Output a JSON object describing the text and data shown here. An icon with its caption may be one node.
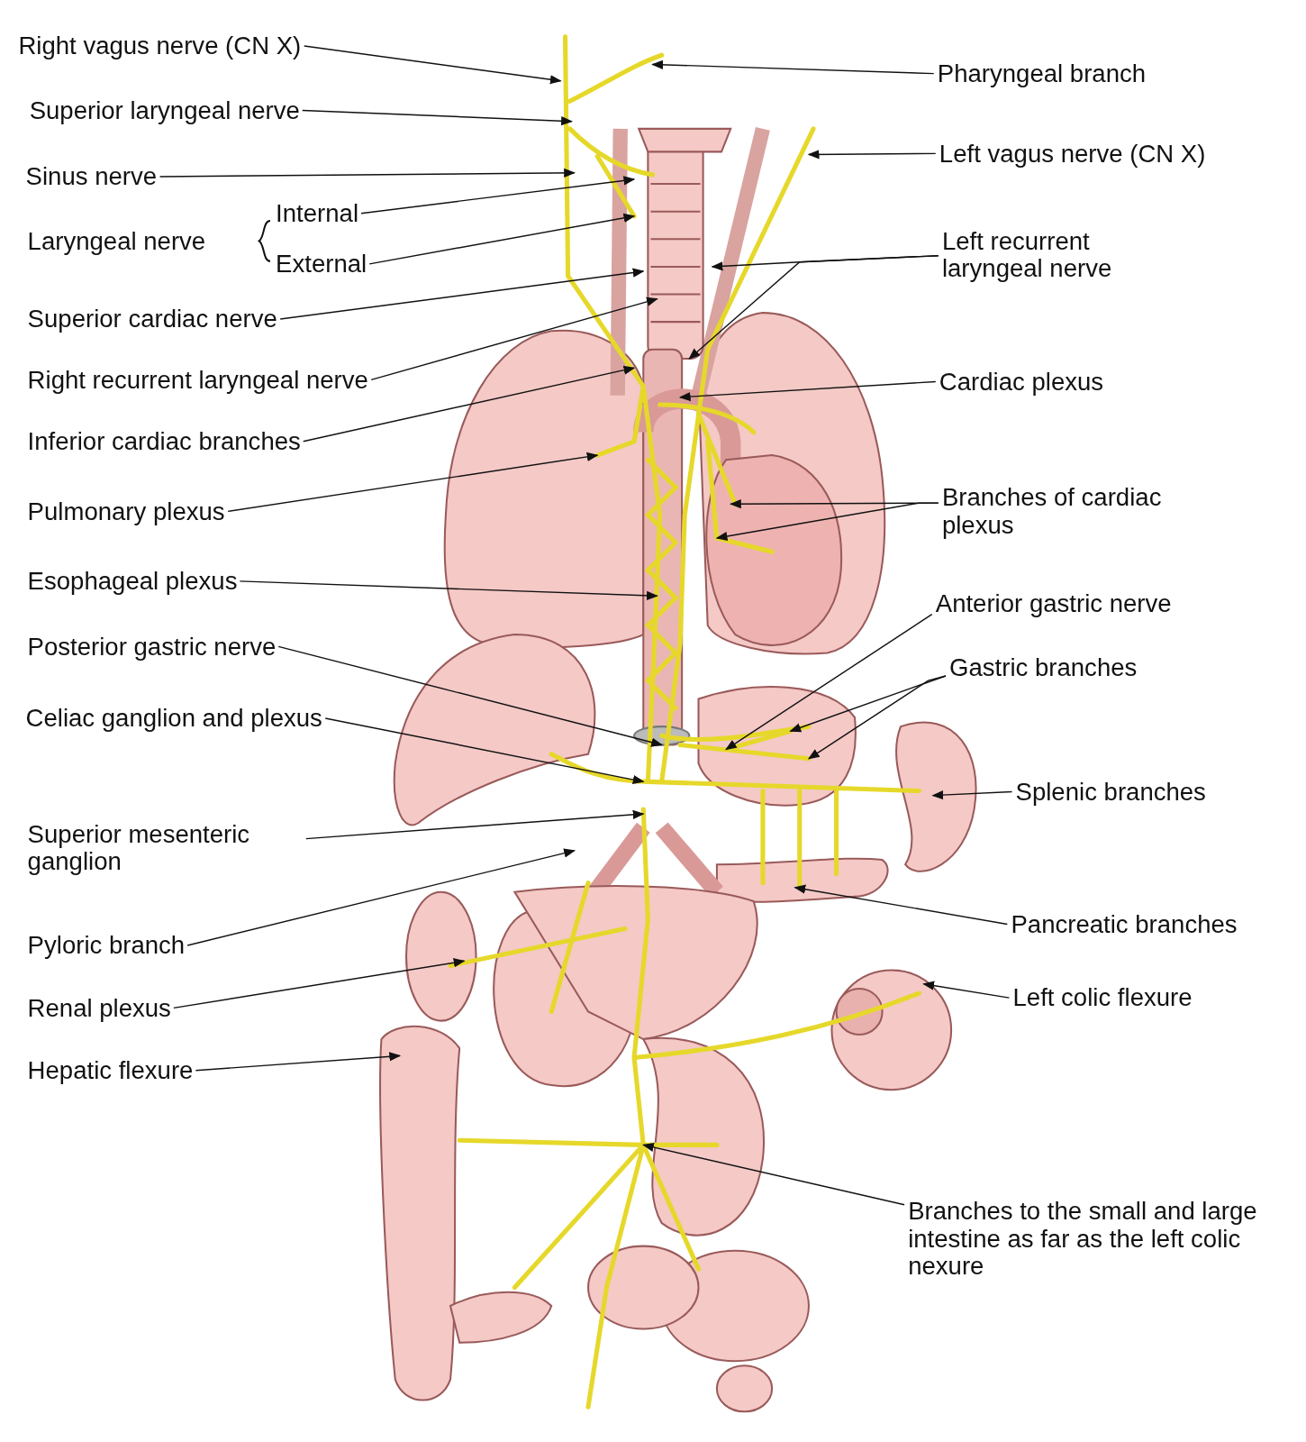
{
  "diagram": {
    "nodes": [
      {
        "text": [
          "Right vagus nerve (CN X)"
        ]
      },
      {
        "text": [
          "Superior laryngeal nerve"
        ]
      },
      {
        "text": [
          "Sinus nerve"
        ]
      },
      {
        "text": [
          "Internal"
        ]
      },
      {
        "text": [
          "External"
        ]
      },
      {
        "text": [
          "Superior cardiac nerve"
        ]
      },
      {
        "text": [
          "Right recurrent laryngeal nerve"
        ]
      },
      {
        "text": [
          "Inferior cardiac branches"
        ]
      },
      {
        "text": [
          "Pulmonary plexus"
        ]
      },
      {
        "text": [
          "Esophageal plexus"
        ]
      },
      {
        "text": [
          "Posterior gastric nerve"
        ]
      },
      {
        "text": [
          "Celiac ganglion and plexus"
        ]
      },
      {
        "text": [
          "Superior mesenteric ganglion"
        ]
      },
      {
        "text": [
          "Pyloric branch"
        ]
      },
      {
        "text": [
          "Renal plexus"
        ]
      },
      {
        "text": [
          "Hepatic flexure"
        ]
      },
      {
        "text": [
          "Pharyngeal branch"
        ]
      },
      {
        "text": [
          "Left vagus nerve (CN X)"
        ]
      },
      {
        "text": [
          "Left recurrent laryngeal nerve"
        ]
      },
      {
        "text": [
          "Cardiac plexus"
        ]
      },
      {
        "text": [
          "Branches of cardiac plexus"
        ]
      },
      {
        "text": [
          "Anterior gastric nerve"
        ]
      },
      {
        "text": [
          "Gastric branches"
        ]
      },
      {
        "text": [
          "Splenic branches"
        ]
      },
      {
        "text": [
          "Pancreatic branches"
        ]
      },
      {
        "text": [
          "Left colic flexure"
        ]
      },
      {
        "text": [
          "Branches to the small and large intestine as far as the left colic nexure"
        ]
      }
    ],
    "edges": [
      {
        "from": 0,
        "to": null,
        "arrow": "to"
      },
      {
        "from": 1,
        "to": null,
        "arrow": "to"
      },
      {
        "from": 2,
        "to": null,
        "arrow": "to"
      },
      {
        "from": 3,
        "to": null,
        "arrow": "to"
      },
      {
        "from": 4,
        "to": null,
        "arrow": "to"
      },
      {
        "from": 5,
        "to": null,
        "arrow": "to"
      },
      {
        "from": 6,
        "to": null,
        "arrow": "to"
      },
      {
        "from": 7,
        "to": null,
        "arrow": "to"
      },
      {
        "from": 8,
        "to": null,
        "arrow": "to"
      },
      {
        "from": 9,
        "to": null,
        "arrow": "to"
      },
      {
        "from": 10,
        "to": null,
        "arrow": "to"
      },
      {
        "from": 11,
        "to": null,
        "arrow": "to"
      },
      {
        "from": 12,
        "to": null,
        "arrow": "to"
      },
      {
        "from": 13,
        "to": null,
        "arrow": "to"
      },
      {
        "from": 14,
        "to": null,
        "arrow": "to"
      },
      {
        "from": 15,
        "to": null,
        "arrow": "to"
      },
      {
        "from": 16,
        "to": null,
        "arrow": "to"
      },
      {
        "from": 17,
        "to": null,
        "arrow": "to"
      },
      {
        "from": 18,
        "to": null,
        "arrow": "to"
      },
      {
        "from": 18,
        "to": null,
        "arrow": "to"
      },
      {
        "from": 19,
        "to": null,
        "arrow": "to"
      },
      {
        "from": 20,
        "to": null,
        "arrow": "to"
      },
      {
        "from": 20,
        "to": null,
        "arrow": "to"
      },
      {
        "from": 21,
        "to": null,
        "arrow": "to"
      },
      {
        "from": 22,
        "to": null,
        "arrow": "to"
      },
      {
        "from": 22,
        "to": null,
        "arrow": "to"
      },
      {
        "from": 23,
        "to": null,
        "arrow": "to"
      },
      {
        "from": 24,
        "to": null,
        "arrow": "to"
      },
      {
        "from": 25,
        "to": null,
        "arrow": "to"
      },
      {
        "from": 26,
        "to": null,
        "arrow": "to"
      }
    ],
    "labels": [
      "Laryngeal nerve"
    ]
  }
}
